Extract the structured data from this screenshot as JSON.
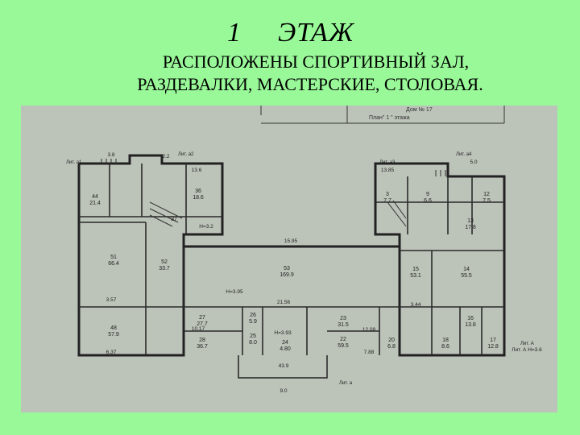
{
  "header": {
    "number": "1",
    "word": "ЭТАЖ"
  },
  "subtitle": {
    "line1": "РАСПОЛОЖЕНЫ СПОРТИВНЫЙ ЗАЛ,",
    "line2": "РАЗДЕВАЛКИ, МАСТЕРСКИЕ, СТОЛОВАЯ."
  },
  "plan": {
    "stamp": {
      "line1": "Дом № 17",
      "line2": "План\"  1  \" этажа"
    },
    "corner_labels": [
      "Лит. а1",
      "Лит. а2",
      "Лит. а3",
      "Лит. а4",
      "Лит. а",
      "Лит. А"
    ],
    "room_labels": [
      {
        "num": "51",
        "area": "66.4"
      },
      {
        "num": "52",
        "area": "33.7"
      },
      {
        "num": "53",
        "area": "169.9"
      },
      {
        "num": "15",
        "area": "53.1"
      },
      {
        "num": "14",
        "area": "55.5"
      },
      {
        "num": "48",
        "area": "57.9"
      },
      {
        "num": "27",
        "area": "27.7"
      },
      {
        "num": "28",
        "area": "36.7"
      },
      {
        "num": "23",
        "area": "31.5"
      },
      {
        "num": "22",
        "area": "59.5"
      },
      {
        "num": "16",
        "area": "13.8"
      },
      {
        "num": "17",
        "area": "12.8"
      },
      {
        "num": "24",
        "area": "4.80"
      },
      {
        "num": "26",
        "area": "5.9"
      },
      {
        "num": "25",
        "area": "8.0"
      },
      {
        "num": "20",
        "area": "6.8"
      },
      {
        "num": "18",
        "area": "8.6"
      },
      {
        "num": "44",
        "area": "21.4"
      },
      {
        "num": "36",
        "area": "18.6"
      },
      {
        "num": "37",
        "area": ""
      },
      {
        "num": "3",
        "area": "7.7"
      },
      {
        "num": "9",
        "area": "6.6"
      },
      {
        "num": "12",
        "area": "7.5"
      },
      {
        "num": "13",
        "area": "17.8"
      }
    ],
    "dimensions": [
      "15.95",
      "21.56",
      "H=3.95",
      "H=3.93",
      "Н=3.2",
      "43.9",
      "9.0",
      "10.17",
      "12.08",
      "3.57",
      "3.44",
      "6.37",
      "7.88",
      "13.85",
      "13.6",
      "2.2",
      "3.8",
      "5.0",
      "Лит. А Н=3.6"
    ]
  }
}
